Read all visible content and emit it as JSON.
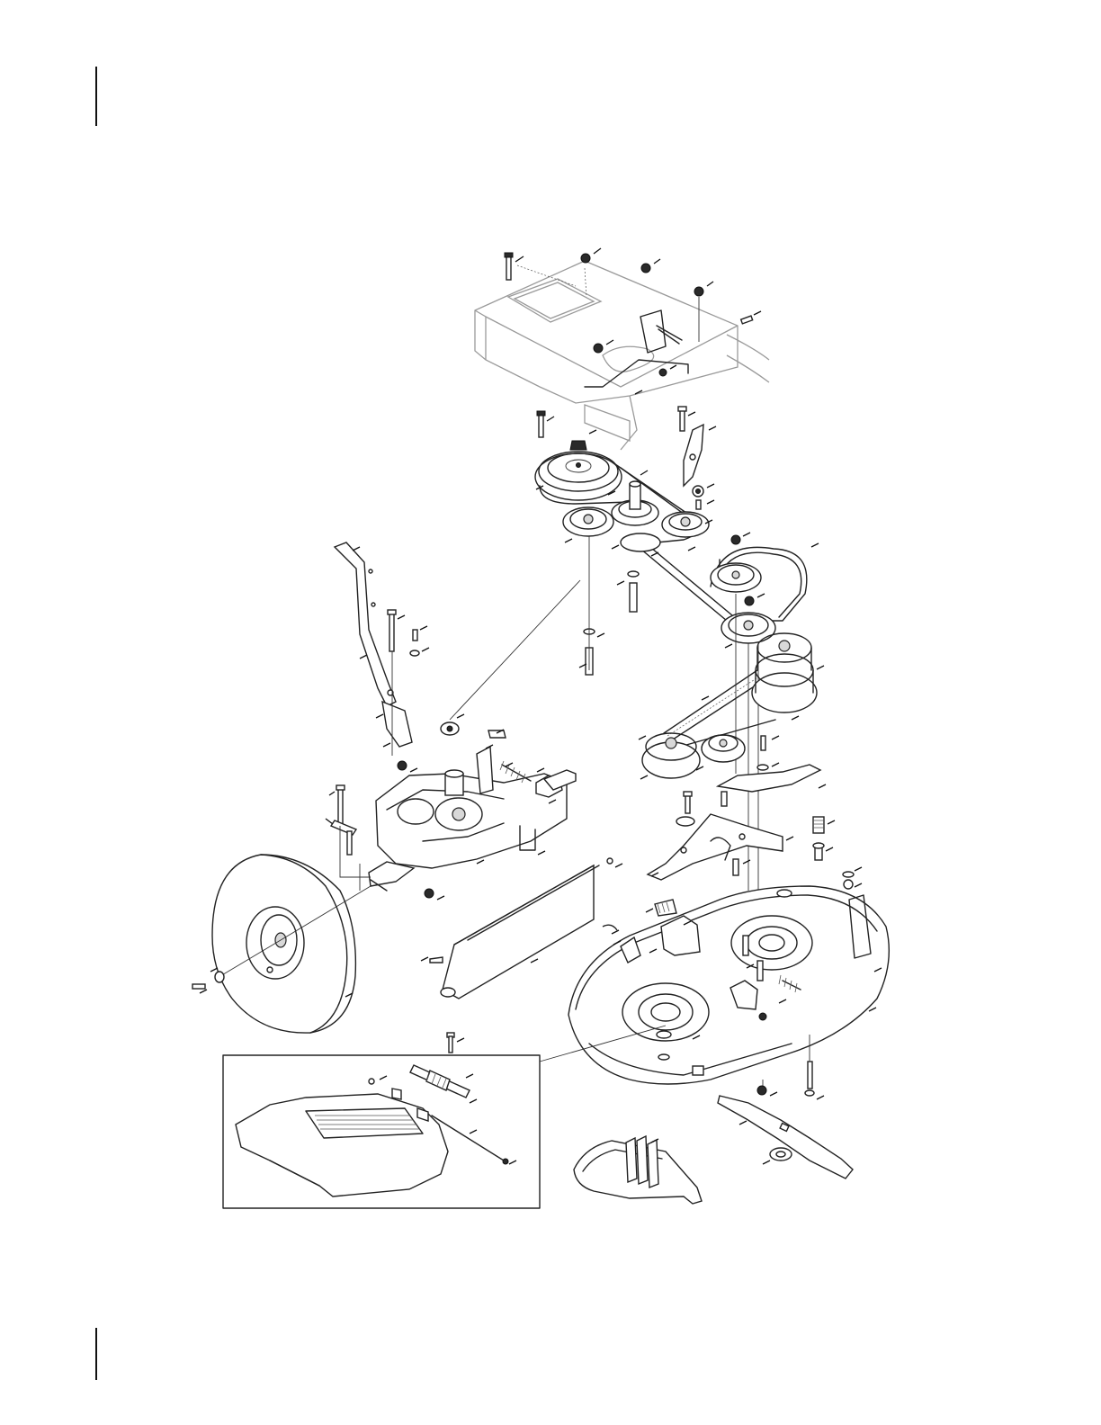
{
  "figure": {
    "kind": "exploded-parts-diagram",
    "callouts_labeled": false,
    "components": [
      {
        "id": "frame-mount",
        "icon": "frame-bracket-icon"
      },
      {
        "id": "engine-pulley",
        "icon": "pulley-icon"
      },
      {
        "id": "idler-pulleys",
        "icon": "pulley-icon"
      },
      {
        "id": "drive-belt",
        "icon": "belt-icon"
      },
      {
        "id": "clutch-lever",
        "icon": "lever-icon"
      },
      {
        "id": "transmission",
        "icon": "transaxle-icon"
      },
      {
        "id": "rear-wheel",
        "icon": "wheel-icon"
      },
      {
        "id": "deflector-shield",
        "icon": "shield-icon"
      },
      {
        "id": "deck-pulleys",
        "icon": "pulley-icon"
      },
      {
        "id": "deck-bracket",
        "icon": "bracket-icon"
      },
      {
        "id": "mower-deck",
        "icon": "deck-icon"
      },
      {
        "id": "mower-blade",
        "icon": "blade-icon"
      },
      {
        "id": "mulch-plug",
        "icon": "mulch-plug-icon"
      },
      {
        "id": "discharge-chute-inset",
        "icon": "chute-icon"
      }
    ]
  },
  "colors": {
    "line": "#222222",
    "paper": "#ffffff",
    "hidden": "#9a9a9a"
  }
}
